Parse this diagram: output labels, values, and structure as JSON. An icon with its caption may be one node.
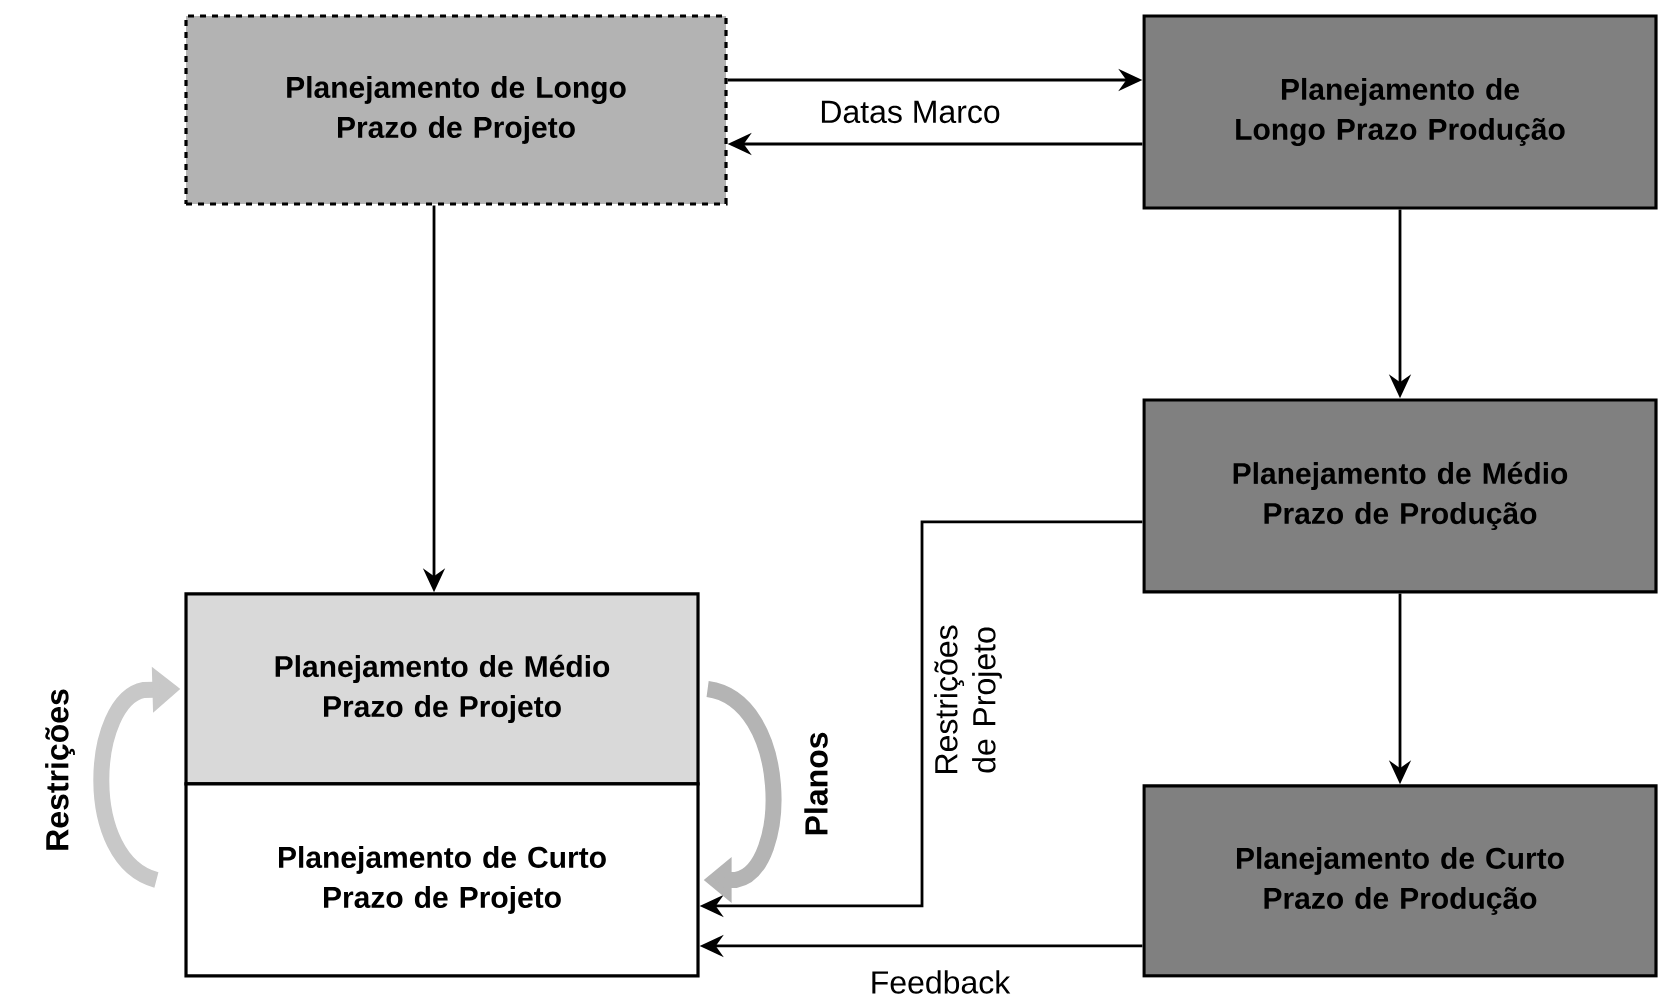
{
  "diagram": {
    "nodes": [
      {
        "text": [
          "Planejamento de Longo Prazo de Projeto"
        ]
      },
      {
        "text": [
          "Planejamento de Longo Prazo Produção"
        ]
      },
      {
        "text": [
          "Planejamento de Médio Prazo de Produção"
        ]
      },
      {
        "text": [
          "Planejamento de Médio Prazo de Projeto"
        ]
      },
      {
        "text": [
          "Planejamento de Curto Prazo de Projeto"
        ]
      },
      {
        "text": [
          "Planejamento de Curto Prazo de Produção"
        ]
      }
    ],
    "edges": [
      {
        "from": 0,
        "to": 1,
        "arrow": "to",
        "label": "Datas Marco"
      },
      {
        "from": 1,
        "to": 0,
        "arrow": "to"
      },
      {
        "from": 0,
        "to": 3,
        "arrow": "to"
      },
      {
        "from": 1,
        "to": 2,
        "arrow": "to"
      },
      {
        "from": 2,
        "to": 5,
        "arrow": "to"
      },
      {
        "from": 2,
        "to": 4,
        "arrow": "to",
        "label": "Restrições de Projeto"
      },
      {
        "from": 5,
        "to": 4,
        "arrow": "to",
        "label": "Feedback"
      },
      {
        "from": 4,
        "to": 3,
        "arrow": "to",
        "label": "Restrições",
        "style": "thick",
        "color": "#c8c8c8"
      },
      {
        "from": 3,
        "to": 4,
        "arrow": "to",
        "label": "Planos",
        "style": "thick",
        "color": "#b4b4b4"
      }
    ]
  }
}
